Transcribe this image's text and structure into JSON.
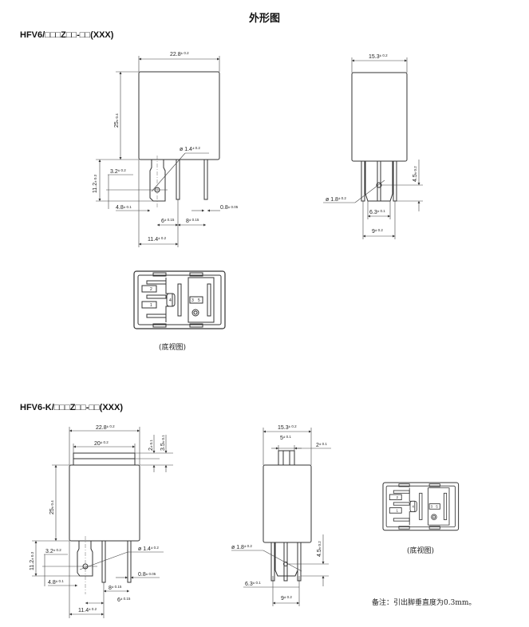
{
  "title": "外形图",
  "section1": {
    "model": "HFV6/□□□Z□□-□□(XXX)",
    "front": {
      "width": {
        "v": "22.8",
        "t": "± 0.2"
      },
      "height": {
        "v": "25",
        "t": "± 0.4"
      },
      "pin_len": {
        "v": "11.2",
        "t": "± 0.3"
      },
      "hole_pos": {
        "v": "3.2",
        "t": "± 0.2"
      },
      "hole_dia": {
        "v": "ø 1.4",
        "t": "± 0.2"
      },
      "tab_width": {
        "v": "4.8",
        "t": "± 0.1"
      },
      "pitch6": {
        "v": "6",
        "t": "± 0.15"
      },
      "pitch8": {
        "v": "8",
        "t": "± 0.15"
      },
      "pin_thk": {
        "v": "0.8",
        "t": "± 0.05"
      },
      "span": {
        "v": "11.4",
        "t": "± 0.2"
      }
    },
    "side": {
      "width": {
        "v": "15.3",
        "t": "± 0.2"
      },
      "hole_height": {
        "v": "4.5",
        "t": "± 0.2"
      },
      "hole_dia": {
        "v": "ø 1.8",
        "t": "± 0.2"
      },
      "pitch": {
        "v": "6.3",
        "t": "± 0.1"
      },
      "span": {
        "v": "9",
        "t": "± 0.2"
      }
    },
    "bottom_view": {
      "caption": "(底视图)",
      "pins": [
        "2",
        "1",
        "4",
        "3",
        "5"
      ]
    }
  },
  "section2": {
    "model": "HFV6-K/□□□Z□□-□□(XXX)",
    "front": {
      "width": {
        "v": "22.8",
        "t": "± 0.2"
      },
      "bracket_width": {
        "v": "20",
        "t": "± 0.2"
      },
      "bracket_thk": {
        "v": "2",
        "t": "± 0.1"
      },
      "bracket_h": {
        "v": "3.5",
        "t": "± 0.1"
      },
      "height": {
        "v": "25",
        "t": "± 0.4"
      },
      "pin_len": {
        "v": "11.2",
        "t": "± 0.3"
      },
      "hole_pos": {
        "v": "3.2",
        "t": "± 0.2"
      },
      "hole_dia": {
        "v": "ø 1.4",
        "t": "± 0.2"
      },
      "tab_width": {
        "v": "4.8",
        "t": "± 0.1"
      },
      "pin_thk": {
        "v": "0.8",
        "t": "± 0.05"
      },
      "pitch8": {
        "v": "8",
        "t": "± 0.15"
      },
      "pitch6": {
        "v": "6",
        "t": "± 0.15"
      },
      "span": {
        "v": "11.4",
        "t": "± 0.2"
      }
    },
    "side": {
      "width": {
        "v": "15.3",
        "t": "± 0.2"
      },
      "tab_width": {
        "v": "5",
        "t": "± 0.1"
      },
      "tab_thk": {
        "v": "2",
        "t": "± 0.1"
      },
      "hole_dia": {
        "v": "ø 1.8",
        "t": "± 0.2"
      },
      "hole_height": {
        "v": "4.5",
        "t": "± 0.2"
      },
      "pitch": {
        "v": "6.3",
        "t": "± 0.1"
      },
      "span": {
        "v": "9",
        "t": "± 0.2"
      }
    },
    "bottom_view": {
      "caption": "(底视图)",
      "pins": [
        "2",
        "1",
        "4",
        "3",
        "5"
      ]
    }
  },
  "note": "备注：引出脚垂直度为0.3mm。"
}
